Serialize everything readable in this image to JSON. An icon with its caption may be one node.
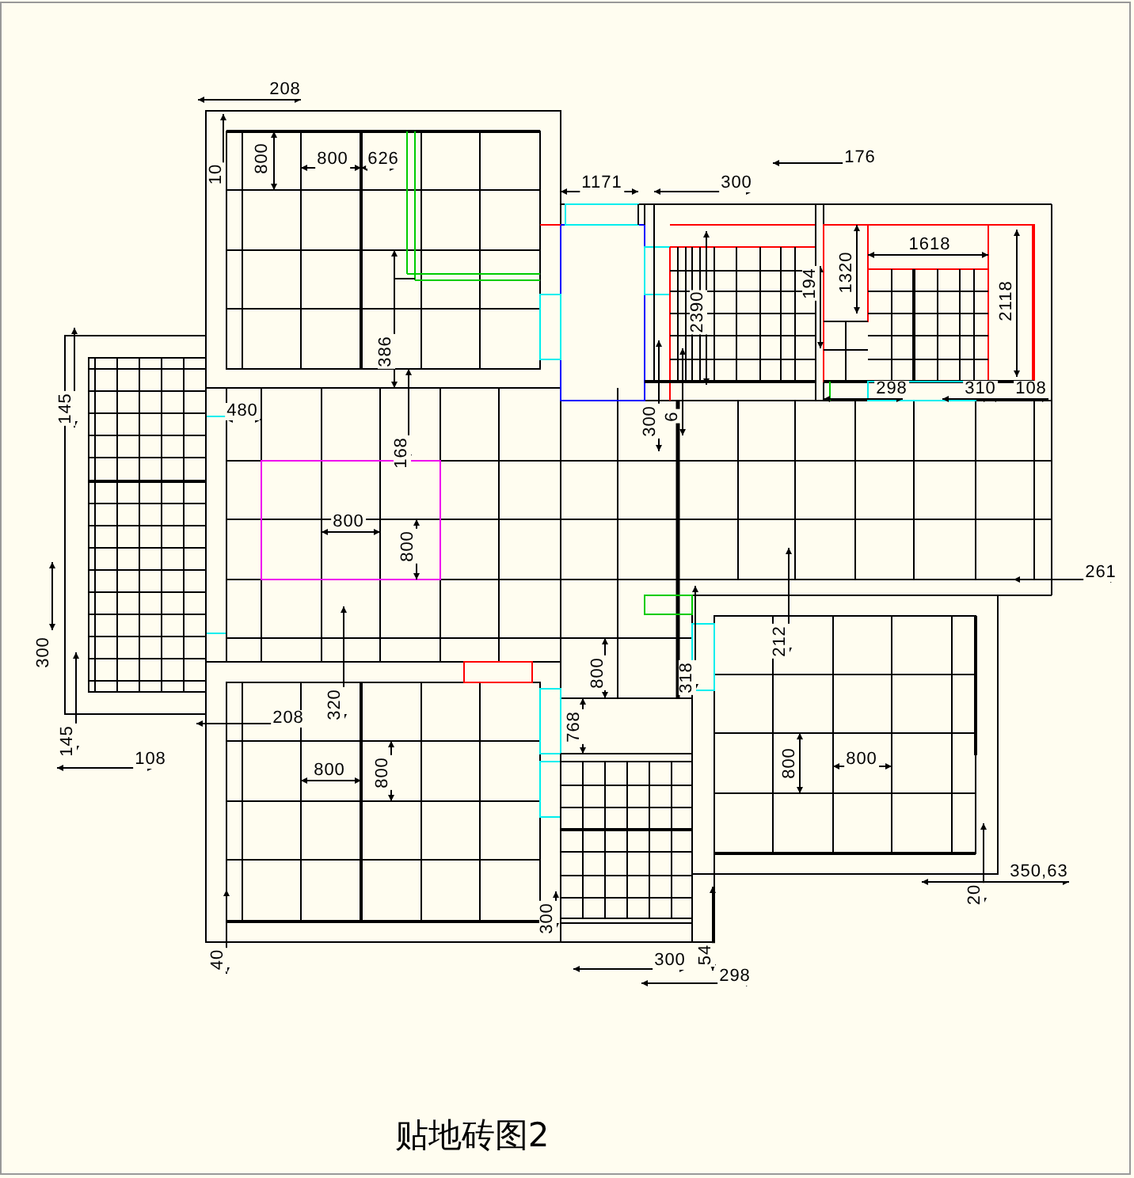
{
  "diagram": {
    "title": "贴地砖图2",
    "labels": [
      "208",
      "176",
      "10",
      "800",
      "800",
      "626",
      "1171",
      "300",
      "1618",
      "1320",
      "194",
      "2118",
      "2390",
      "386",
      "298",
      "310",
      "108",
      "145",
      "480",
      "300",
      "6",
      "168",
      "800",
      "800",
      "261",
      "212",
      "300",
      "800",
      "318",
      "320",
      "208",
      "145",
      "768",
      "108",
      "800",
      "800",
      "800",
      "800",
      "350,63",
      "20",
      "300",
      "40",
      "300",
      "54",
      "298"
    ]
  }
}
